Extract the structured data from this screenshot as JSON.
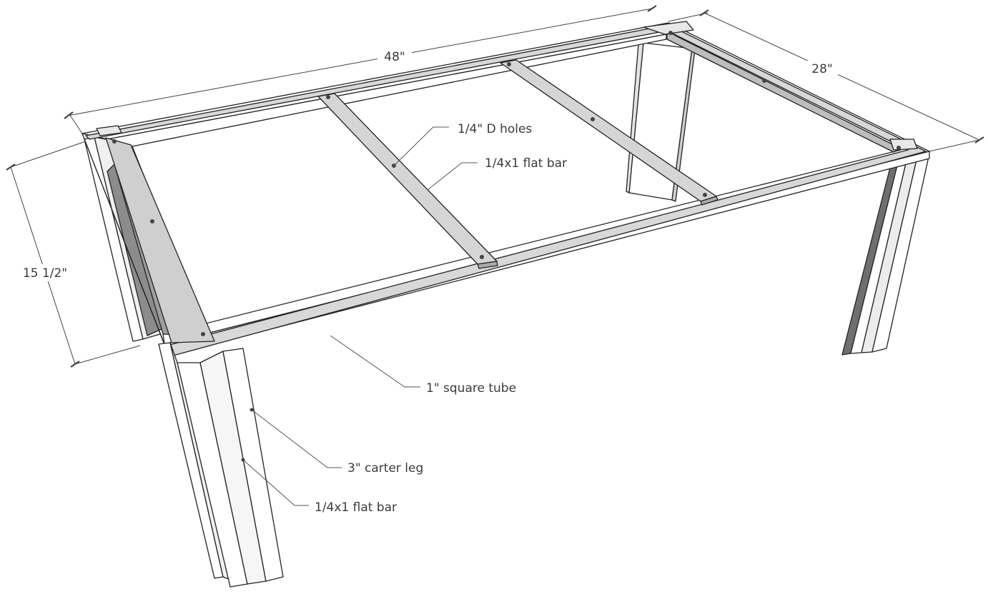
{
  "dimensions": {
    "length": "48\"",
    "width": "28\"",
    "height": "15 1/2\""
  },
  "callouts": {
    "holes": "1/4\" D holes",
    "top_flat_bar": "1/4x1 flat bar",
    "square_tube": "1\" square tube",
    "carter_leg": "3\" carter leg",
    "leg_flat_bar": "1/4x1 flat bar"
  },
  "colors": {
    "face_white": "#ffffff",
    "face_light": "#f3f3f3",
    "face_mid": "#c9c9c9",
    "face_shade": "#a6a6a6",
    "face_dark": "#7f7f7f",
    "edge": "#222222"
  }
}
